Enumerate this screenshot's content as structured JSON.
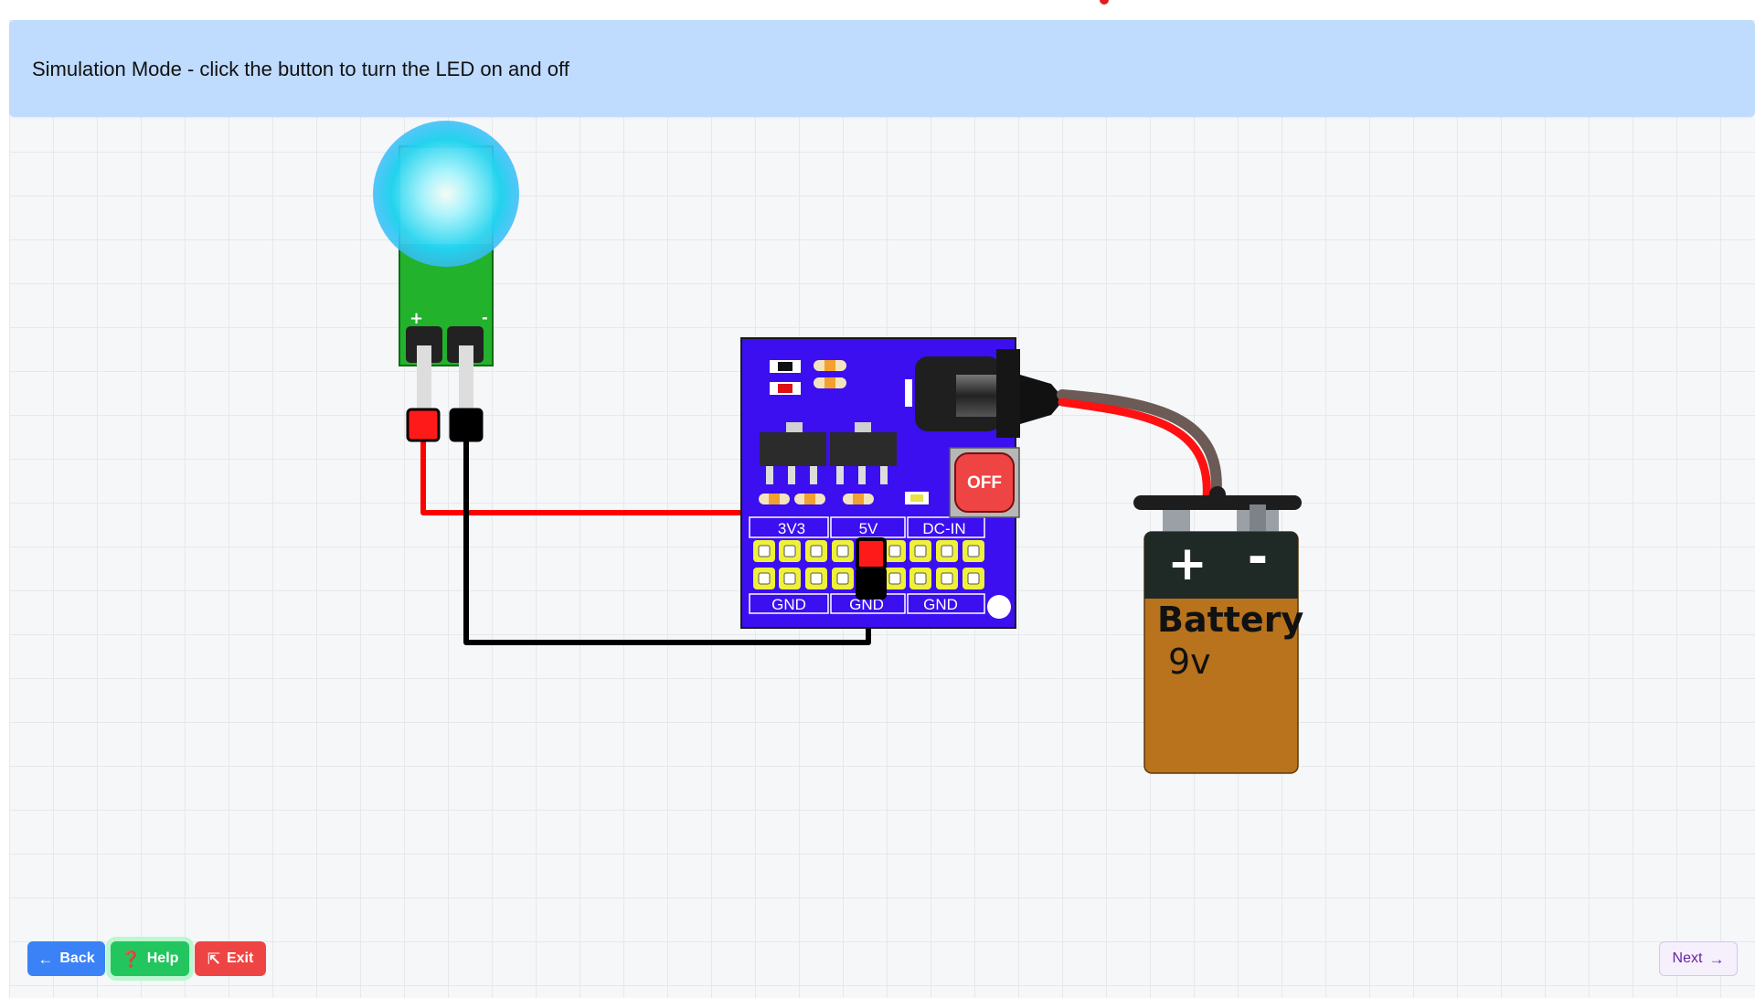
{
  "banner": {
    "text": "Simulation Mode - click the button to turn the LED on and off"
  },
  "led": {
    "plus_label": "+",
    "minus_label": "-"
  },
  "power_module": {
    "top_labels": [
      "3V3",
      "5V",
      "DC-IN"
    ],
    "bottom_labels": [
      "GND",
      "GND",
      "GND"
    ],
    "switch_label": "OFF"
  },
  "battery": {
    "label": "Battery",
    "voltage": "9v",
    "plus": "+",
    "minus": "-"
  },
  "nav": {
    "back_label": "Back",
    "back_icon": "arrow-left-icon",
    "help_label": "Help",
    "help_icon": "question-circle-icon",
    "exit_label": "Exit",
    "exit_icon": "exit-icon",
    "next_label": "Next",
    "next_icon": "arrow-right-icon"
  },
  "colors": {
    "banner": "#bfdbfe",
    "led_glow": "#22d3ee",
    "led_board": "#22b22c",
    "module_board": "#3b0ff0",
    "wire_positive": "#ff0000",
    "wire_negative": "#000000",
    "battery_body": "#b8731c",
    "switch_off": "#ef4444"
  }
}
